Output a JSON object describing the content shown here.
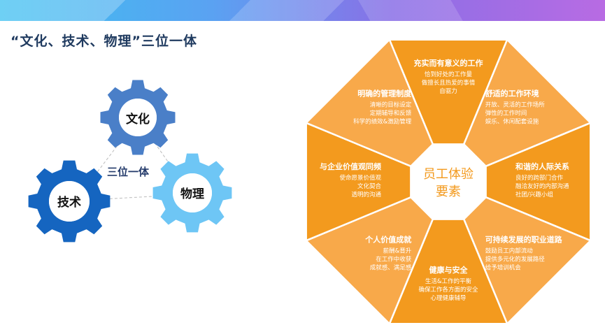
{
  "title": "“文化、技术、物理”三位一体",
  "trinity": {
    "center_label": "三位一体",
    "gears": [
      {
        "label": "文化"
      },
      {
        "label": "技术"
      },
      {
        "label": "物理"
      }
    ]
  },
  "hub": {
    "line1": "员工体验",
    "line2": "要素"
  },
  "sections": [
    {
      "title": "充实而有意义的工作",
      "items": [
        "恰到好处的工作量",
        "做擅长且热爱的事情",
        "自驱力"
      ]
    },
    {
      "title": "舒适的工作环境",
      "items": [
        "开放、灵活的工作场所",
        "弹性的工作时间",
        "娱乐、休闲配套设施"
      ]
    },
    {
      "title": "和谐的人际关系",
      "items": [
        "良好的跨部门合作",
        "融洽友好的内部沟通",
        "社团/兴趣小组"
      ]
    },
    {
      "title": "可持续发展的职业道路",
      "items": [
        "鼓励员工内部流动",
        "提供多元化的发展路径",
        "给予培训机会"
      ]
    },
    {
      "title": "健康与安全",
      "items": [
        "生活&工作的平衡",
        "确保工作各方面的安全",
        "心理健康辅导"
      ]
    },
    {
      "title": "个人价值成就",
      "items": [
        "薪酬&晋升",
        "在工作中收获",
        "成就感、满足感"
      ]
    },
    {
      "title": "与企业价值观同频",
      "items": [
        "使命愿景价值观",
        "文化契合",
        "透明的沟通"
      ]
    },
    {
      "title": "明确的管理制度",
      "items": [
        "清晰的目标设定",
        "定期辅导和反馈",
        "科学的绩效&激励管理"
      ]
    }
  ],
  "colors": {
    "gear_dark_blue": "#1565c0",
    "gear_mid_blue": "#4a7fc8",
    "gear_light_blue": "#6ec6f5",
    "orange_light": "#f8a94a",
    "orange_dark": "#f39a1e",
    "title_text": "#1f3a5f"
  }
}
